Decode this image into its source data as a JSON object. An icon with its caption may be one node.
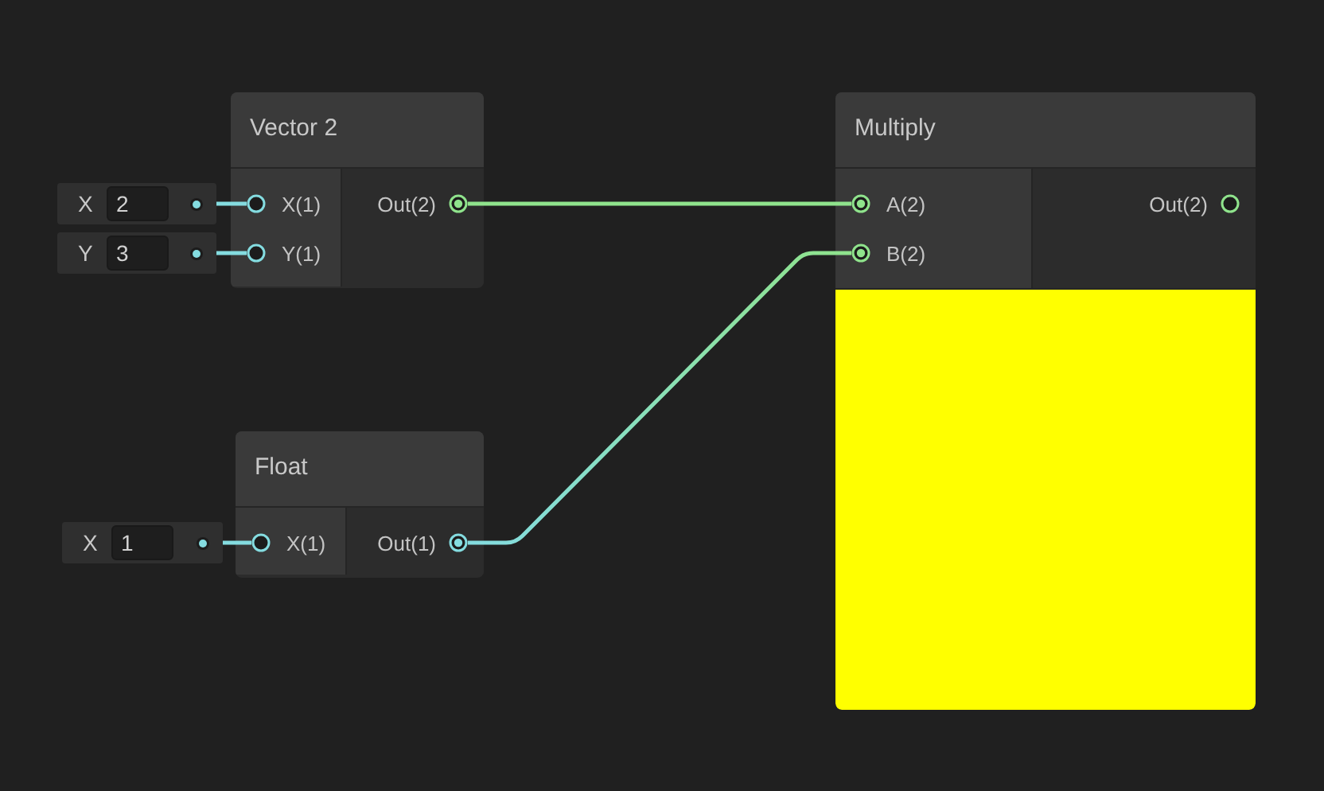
{
  "diagram": {
    "nodes": [
      {
        "text": [
          "Vector 2"
        ]
      },
      {
        "text": [
          "X(1)"
        ],
        "in": 0
      },
      {
        "text": [
          "Y(1)"
        ],
        "in": 0
      },
      {
        "text": [
          "Out(2)"
        ],
        "in": 0
      },
      {
        "text": [
          "X",
          "2"
        ]
      },
      {
        "text": [
          "Y",
          "3"
        ]
      },
      {
        "text": [
          "Float"
        ]
      },
      {
        "text": [
          "X(1)"
        ],
        "in": 6
      },
      {
        "text": [
          "Out(1)"
        ],
        "in": 6
      },
      {
        "text": [
          "X",
          "1"
        ]
      },
      {
        "text": [
          "Multiply"
        ]
      },
      {
        "text": [
          "A(2)"
        ],
        "in": 10
      },
      {
        "text": [
          "B(2)"
        ],
        "in": 10
      },
      {
        "text": [
          "Out(2)"
        ],
        "in": 10
      },
      {
        "text": [],
        "shape": "box",
        "in": 10
      }
    ],
    "edges": [
      {
        "from": 4,
        "to": 1,
        "arrow": "none"
      },
      {
        "from": 5,
        "to": 2,
        "arrow": "none"
      },
      {
        "from": 9,
        "to": 7,
        "arrow": "none"
      },
      {
        "from": 3,
        "to": 11,
        "arrow": "none",
        "color": "#8fe38c"
      },
      {
        "from": 8,
        "to": 12,
        "arrow": "none",
        "color": "#8fe38c"
      }
    ]
  }
}
